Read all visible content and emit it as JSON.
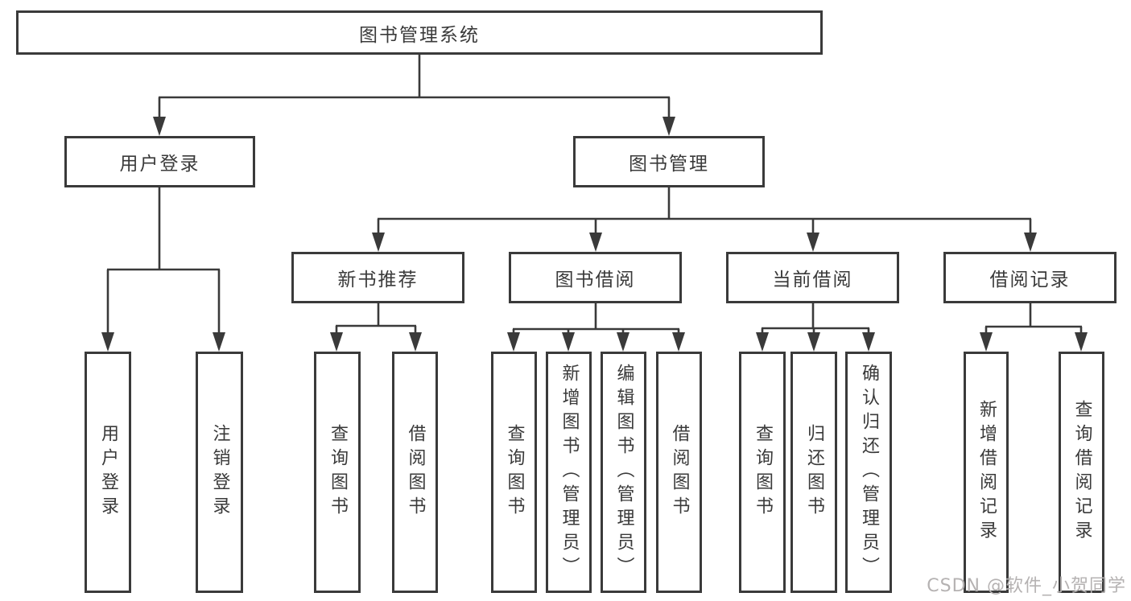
{
  "colors": {
    "line": "#3a3a3a",
    "text": "#3a3a3a",
    "box_background": "#ffffff",
    "watermark": "#b5b2b2",
    "background": "#ffffff"
  },
  "root": {
    "label": "图书管理系统"
  },
  "level2": [
    {
      "label": "用户登录"
    },
    {
      "label": "图书管理"
    }
  ],
  "level3": [
    {
      "label": "新书推荐"
    },
    {
      "label": "图书借阅"
    },
    {
      "label": "当前借阅"
    },
    {
      "label": "借阅记录"
    }
  ],
  "leaves": [
    {
      "label": "用户登录"
    },
    {
      "label": "注销登录"
    },
    {
      "label": "查询图书"
    },
    {
      "label": "借阅图书"
    },
    {
      "label": "查询图书"
    },
    {
      "label": "新增图书（管理员）"
    },
    {
      "label": "编辑图书（管理员）"
    },
    {
      "label": "借阅图书"
    },
    {
      "label": "查询图书"
    },
    {
      "label": "归还图书"
    },
    {
      "label": "确认归还（管理员）"
    },
    {
      "label": "新增借阅记录"
    },
    {
      "label": "查询借阅记录"
    }
  ],
  "watermark": {
    "text": "CSDN @软件_小贺同学"
  }
}
